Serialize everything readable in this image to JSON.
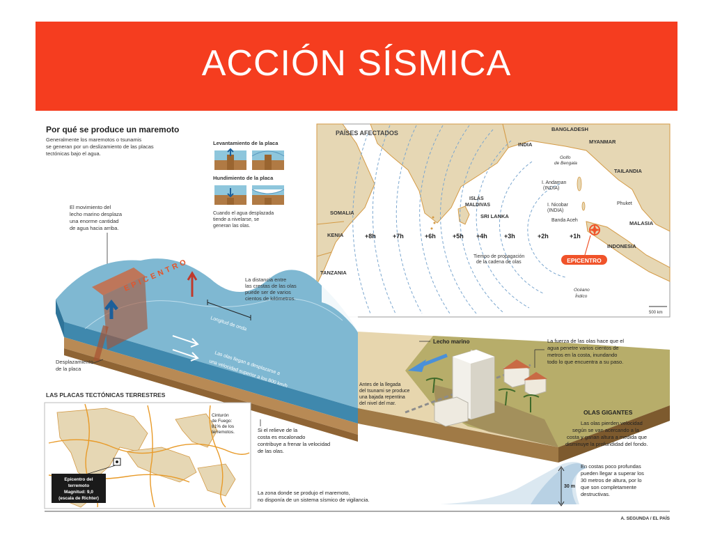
{
  "slide": {
    "title": "ACCIÓN SÍSMICA",
    "colors": {
      "title_bar": "#f53d1f",
      "ocean": "#4f97b8",
      "land": "#e6d7b4",
      "epicenter": "#f0532a"
    }
  },
  "infographic": {
    "heading": "Por qué se produce un maremoto",
    "intro": [
      "Generalmente los maremotos o tsunamis",
      "se generan por un deslizamiento de las placas",
      "tectónicas bajo el agua."
    ],
    "uplift_title": "Levantamiento de la placa",
    "subsidence_title": "Hundimiento de la placa",
    "water_note": [
      "Cuando el agua desplazada",
      "tiende a nivelarse, se",
      "generan las olas."
    ],
    "seabed_note": [
      "El movimiento del",
      "lecho marino desplaza",
      "una enorme cantidad",
      "de agua hacia arriba."
    ],
    "epicenter_wave": "EPICENTRO",
    "crest_distance": [
      "La distancia entre",
      "las crestas de las olas",
      "puede ser de varios",
      "cientos de kilómetros."
    ],
    "wavelength": "Longitud de onda",
    "speed_note": [
      "Las olas llegan a desplazarse a",
      "una velocidad superior a los 800 km/h"
    ],
    "plate_displacement": [
      "Desplazamiento",
      "de la placa"
    ],
    "seabed_label": "Lecho marino",
    "before_arrival": [
      "Antes de la llegada",
      "del tsunami se produce",
      "una bajada repentina",
      "del nivel del mar."
    ],
    "wave_force": [
      "La fuerza de las olas hace que el",
      "agua penetre varios cientos de",
      "metros en la costa, inundando",
      "todo lo que encuentra a su paso."
    ],
    "relief_note": [
      "Si el relieve de la",
      "costa es escalonado",
      "contribuye a frenar la velocidad",
      "de las olas."
    ],
    "giant_waves_title": "OLAS GIGANTES",
    "giant_waves_text": [
      "Las olas pierden velocidad",
      "según se van acercando a la",
      "costa y ganan altura a medida que",
      "disminuye la profundidad del fondo."
    ],
    "shallow_coasts": [
      "En costas poco profundas",
      "pueden llegar a superar los",
      "30 metros de altura, por lo",
      "que son completamente",
      "destructivas."
    ],
    "wave_height": "30 m",
    "warning_system": [
      "La zona donde se produjo el maremoto,",
      "no disponía de un sistema sísmico de vigilancia."
    ],
    "credit": "A. SEGUNDA / EL PAÍS"
  },
  "map": {
    "title": "PAÍSES AFECTADOS",
    "countries": [
      "BANGLADESH",
      "MYANMAR",
      "INDIA",
      "TAILANDIA",
      "SOMALIA",
      "KENIA",
      "TANZANIA",
      "SRI LANKA",
      "MALASIA",
      "INDONESIA",
      "Phuket",
      "Banda Aceh"
    ],
    "islands": [
      "ISLAS",
      "MALDIVAS",
      "I. Andaman",
      "(INDIA)",
      "I. Nicobar",
      "(INDIA)"
    ],
    "sea_labels": [
      "Golfo",
      "de Bengala",
      "Océano",
      "Índico"
    ],
    "times": [
      "+8h",
      "+7h",
      "+6h",
      "+5h",
      "+4h",
      "+3h",
      "+2h",
      "+1h"
    ],
    "propagation_note": [
      "Tiempo de propagación",
      "de la cadena de olas"
    ],
    "epicenter_label": "EPICENTRO",
    "scale": "500 km"
  },
  "plates_map": {
    "title": "LAS PLACAS TECTÓNICAS TERRESTRES",
    "ring_of_fire": [
      "Cinturón",
      "de Fuego:",
      "81% de los",
      "terremotos."
    ],
    "epicenter_box": [
      "Epicentro del",
      "terremoto",
      "Magnitud: 9,0",
      "(escala de Richter)"
    ]
  }
}
